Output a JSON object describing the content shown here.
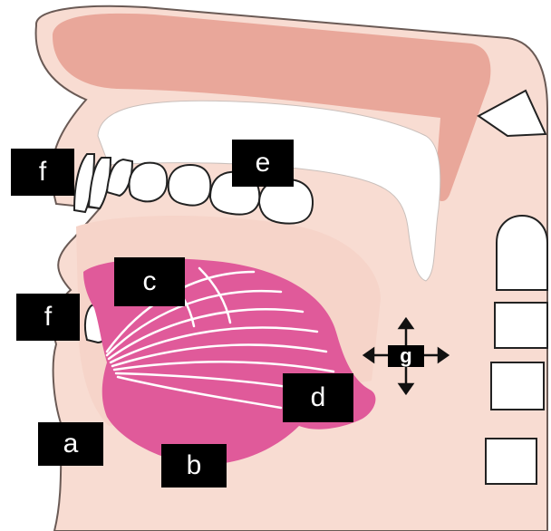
{
  "labels": {
    "a": "a",
    "b": "b",
    "c": "c",
    "d": "d",
    "e": "e",
    "f_upper": "f",
    "f_lower": "f",
    "g": "g"
  },
  "colors": {
    "skin": "#f8dcd2",
    "skin_outline": "#6a5a55",
    "palate": "#e9a79a",
    "gum_white": "#ffffff",
    "tongue": "#e05a9a",
    "tongue_fibers": "#ffffff",
    "tooth_outline": "#222222",
    "label_bg": "#000000",
    "label_text": "#ffffff"
  }
}
